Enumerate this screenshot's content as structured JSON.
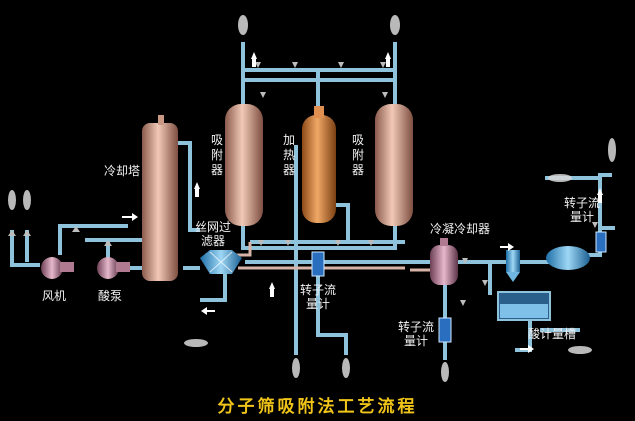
{
  "title": "分子筛吸附法工艺流程",
  "labels": {
    "cooling_tower": "冷却塔",
    "adsorber_left": "吸附器",
    "heater": "加热器",
    "adsorber_right": "吸附器",
    "wire_mesh_filter": "丝网过滤器",
    "condenser_cooler": "冷凝冷却器",
    "rotameter_right": "转子流量计",
    "rotameter_center": "转子流量计",
    "rotameter_bottom": "转子流量计",
    "acid_tank": "酸计量槽",
    "fan": "风机",
    "acid_pump": "酸泵"
  },
  "colors": {
    "pipe": "#8fc3dc",
    "vessel": "#d9a894",
    "heater": "#d9874a",
    "title": "#f0c419"
  }
}
